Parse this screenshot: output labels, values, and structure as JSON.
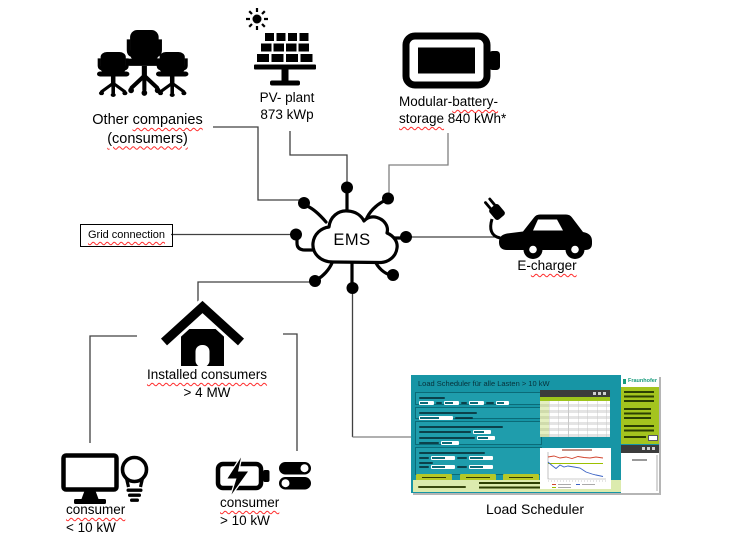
{
  "slide": {
    "ems_hub": {
      "label": "EMS"
    },
    "nodes": {
      "other_companies": {
        "line1_prefix": "Other ",
        "line1_word": "companies",
        "line2": "(consumers)"
      },
      "pv_plant": {
        "line1": "PV- plant",
        "line2": "873 kWp"
      },
      "battery_storage": {
        "line1_prefix": "Modular-",
        "line1_word": "battery-",
        "line2_word": "storage",
        "line2_suffix": " 840 kWh*"
      },
      "grid_connection": {
        "label": "Grid connection"
      },
      "e_charger": {
        "prefix": "E-",
        "word": "charger"
      },
      "installed_consumers": {
        "line1": "Installed consumers",
        "line2": "> 4 MW"
      },
      "consumer_small": {
        "line1": "consumer",
        "line2": "< 10 kW"
      },
      "consumer_large": {
        "line1": "consumer",
        "line2": "> 10 kW"
      }
    },
    "load_scheduler": {
      "window_title": "Load Scheduler für alle Lasten > 10 kW",
      "brand": "Fraunhofer",
      "caption": "Load Scheduler",
      "colors": {
        "teal": "#1795a5",
        "group_fill": "#1f9dac",
        "group_border": "#0b6b78",
        "lime": "#b5c827",
        "table_header": "#9dc41c",
        "panel_green": "#a4c41e",
        "footer_green": "#dcebae",
        "dark_bar": "#3b3b3b",
        "brand_green": "#179c7d"
      }
    }
  }
}
